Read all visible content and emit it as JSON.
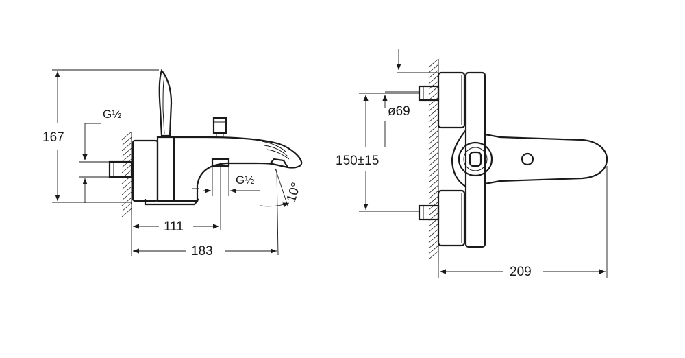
{
  "dimensions": {
    "side_height": "167",
    "inlet_thread": "G½",
    "outlet_thread": "G½",
    "spout_angle": "10°",
    "center_to_outlet": "111",
    "total_depth": "183",
    "rosette_diameter": "ø69",
    "inlet_spacing": "150±15",
    "total_length": "209"
  },
  "colors": {
    "line": "#1a1a1a",
    "background": "#ffffff"
  }
}
